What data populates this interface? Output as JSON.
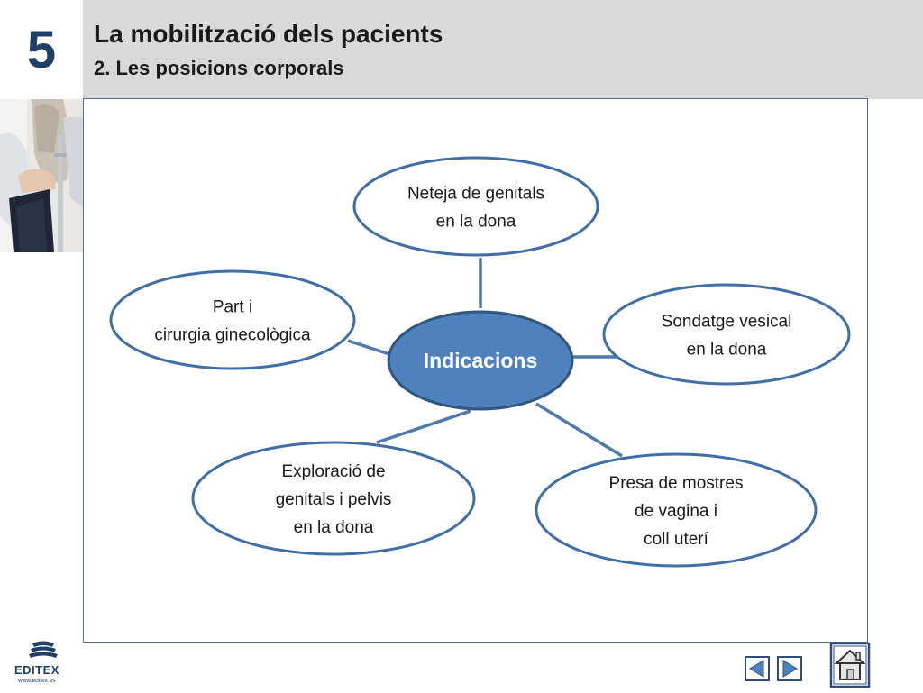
{
  "header": {
    "chapter_number": "5",
    "title": "La mobilització dels pacients",
    "subtitle": "2. Les posicions corporals"
  },
  "diagram": {
    "center": {
      "label": "Indicacions"
    },
    "nodes": [
      {
        "id": "neteja",
        "lines": [
          "Neteja de genitals",
          "en la dona"
        ]
      },
      {
        "id": "sondatge",
        "lines": [
          "Sondatge vesical",
          "en la dona"
        ]
      },
      {
        "id": "presa",
        "lines": [
          "Presa de mostres",
          "de  vagina i",
          "coll uterí"
        ]
      },
      {
        "id": "exploracio",
        "lines": [
          "Exploració de",
          "genitals i pelvis",
          "en la dona"
        ]
      },
      {
        "id": "part",
        "lines": [
          "Part i",
          "cirurgia ginecològica"
        ]
      }
    ]
  },
  "footer": {
    "logo_text": "EDITEX",
    "logo_url": "www.editex.es"
  },
  "colors": {
    "header_band": "#d9d9d9",
    "chapter_number": "#1f3f68",
    "ellipse_stroke": "#3f6ea8",
    "center_fill": "#4f81bd",
    "center_stroke": "#2f5582",
    "connector": "#4f79ad",
    "frame_border": "#4f6f96"
  },
  "icons": {
    "prev": "triangle-left-icon",
    "next": "triangle-right-icon",
    "home": "home-icon"
  }
}
